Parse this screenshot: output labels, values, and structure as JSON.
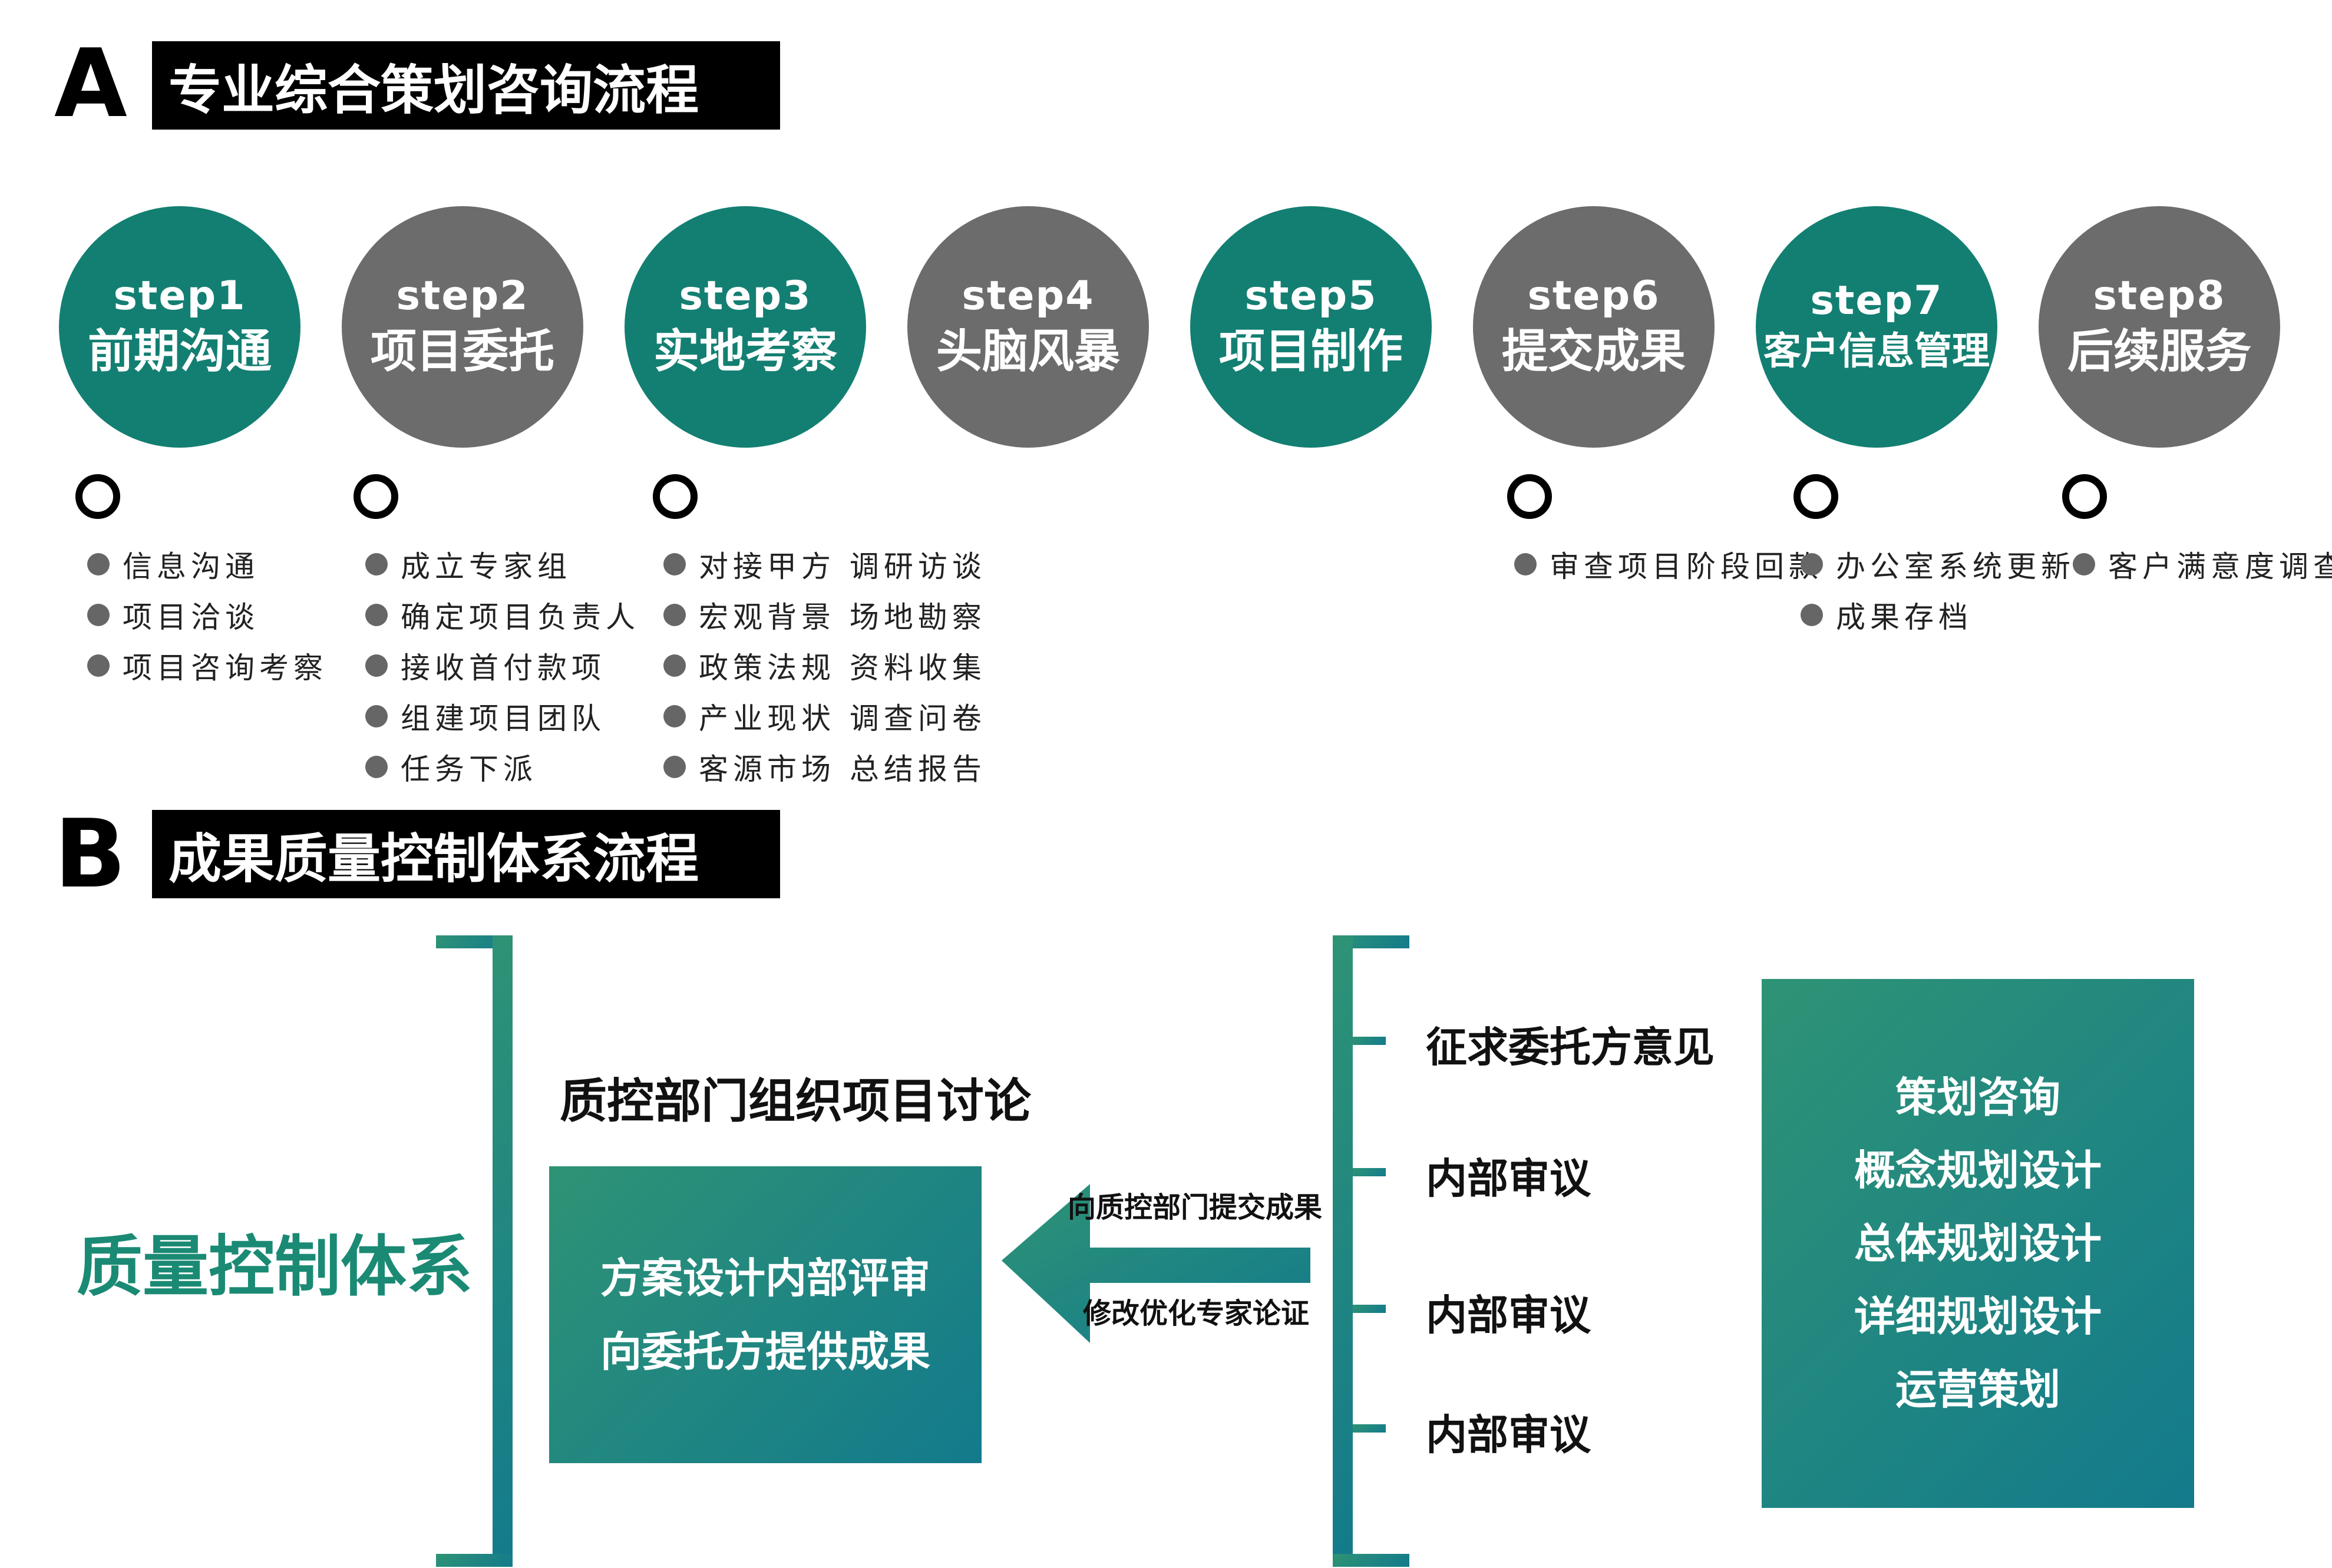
{
  "section_a": {
    "letter": "A",
    "title": "专业综合策划咨询流程"
  },
  "section_b": {
    "letter": "B",
    "title": "成果质量控制体系流程"
  },
  "steps": [
    {
      "no": "step1",
      "title": "前期沟通",
      "color": "#137f72",
      "items": [
        "信息沟通",
        "项目洽谈",
        "项目咨询考察"
      ]
    },
    {
      "no": "step2",
      "title": "项目委托",
      "color": "#6c6c6c",
      "items": [
        "成立专家组",
        "确定项目负责人",
        "接收首付款项",
        "组建项目团队",
        "任务下派"
      ]
    },
    {
      "no": "step3",
      "title": "实地考察",
      "color": "#137f72",
      "items": [
        "对接甲方 调研访谈",
        "宏观背景 场地勘察",
        "政策法规 资料收集",
        "产业现状 调查问卷",
        "客源市场 总结报告"
      ]
    },
    {
      "no": "step4",
      "title": "头脑风暴",
      "color": "#6c6c6c",
      "items": []
    },
    {
      "no": "step5",
      "title": "项目制作",
      "color": "#137f72",
      "items": []
    },
    {
      "no": "step6",
      "title": "提交成果",
      "color": "#6c6c6c",
      "items": [
        "审查项目阶段回款"
      ]
    },
    {
      "no": "step7",
      "title": "客户信息管理",
      "color": "#137f72",
      "items": [
        "办公室系统更新",
        "成果存档"
      ]
    },
    {
      "no": "step8",
      "title": "后续服务",
      "color": "#6c6c6c",
      "items": [
        "客户满意度调查"
      ]
    }
  ],
  "qc": {
    "system_label": "质量控制体系",
    "discussion_label": "质控部门组织项目讨论",
    "review_box": [
      "方案设计内部评审",
      "向委托方提供成果"
    ],
    "arrow_top": "向质控部门提交成果",
    "arrow_bottom": "修改优化专家论证",
    "reviews": [
      "征求委托方意见",
      "内部审议",
      "内部审议",
      "内部审议"
    ],
    "services": [
      "策划咨询",
      "概念规划设计",
      "总体规划设计",
      "详细规划设计",
      "运营策划"
    ]
  },
  "colors": {
    "teal": "#137f72",
    "gray": "#6c6c6c",
    "gradient_start": "#2e9375",
    "gradient_end": "#137a8c"
  }
}
